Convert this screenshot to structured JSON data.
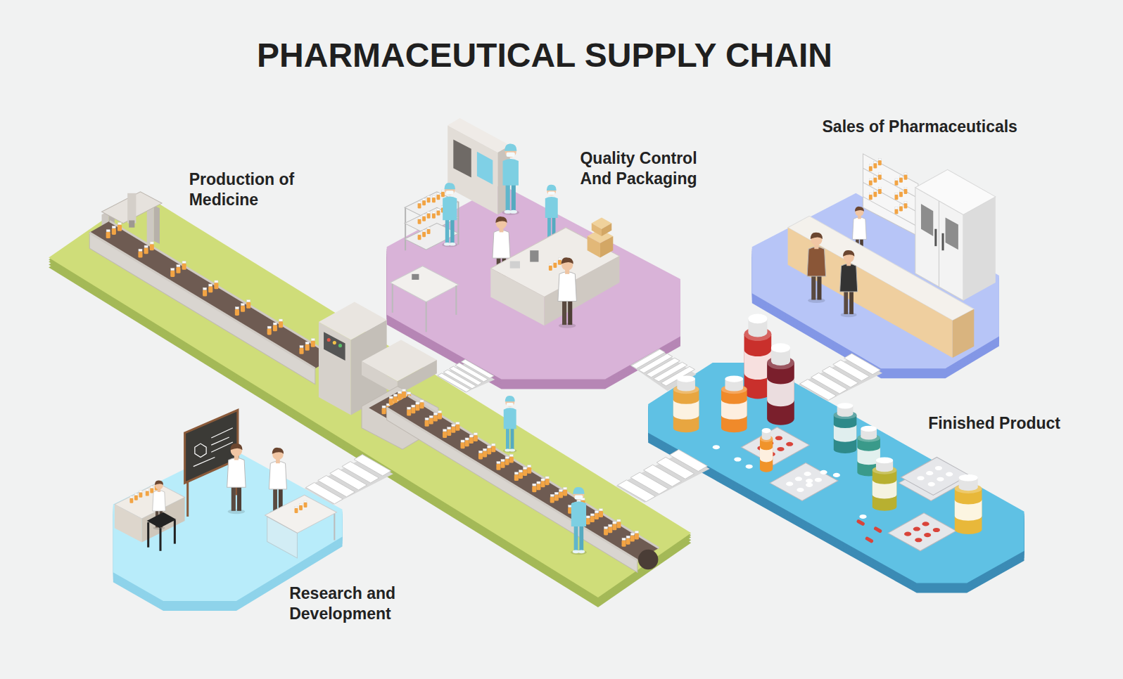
{
  "diagram": {
    "title": "PHARMACEUTICAL SUPPLY CHAIN",
    "nodes": [
      {
        "text": [
          "Research and Development"
        ]
      },
      {
        "text": [
          "Production of Medicine"
        ]
      },
      {
        "text": [
          "Quality Control And Packaging"
        ]
      },
      {
        "text": [
          "Finished Product"
        ]
      },
      {
        "text": [
          "Sales of Pharmaceuticals"
        ]
      }
    ],
    "edges": [
      {
        "from": 0,
        "to": 1,
        "arrow": "none"
      },
      {
        "from": 1,
        "to": 2,
        "arrow": "none"
      },
      {
        "from": 2,
        "to": 3,
        "arrow": "none"
      },
      {
        "from": 1,
        "to": 3,
        "arrow": "none"
      },
      {
        "from": 3,
        "to": 4,
        "arrow": "none"
      }
    ]
  }
}
